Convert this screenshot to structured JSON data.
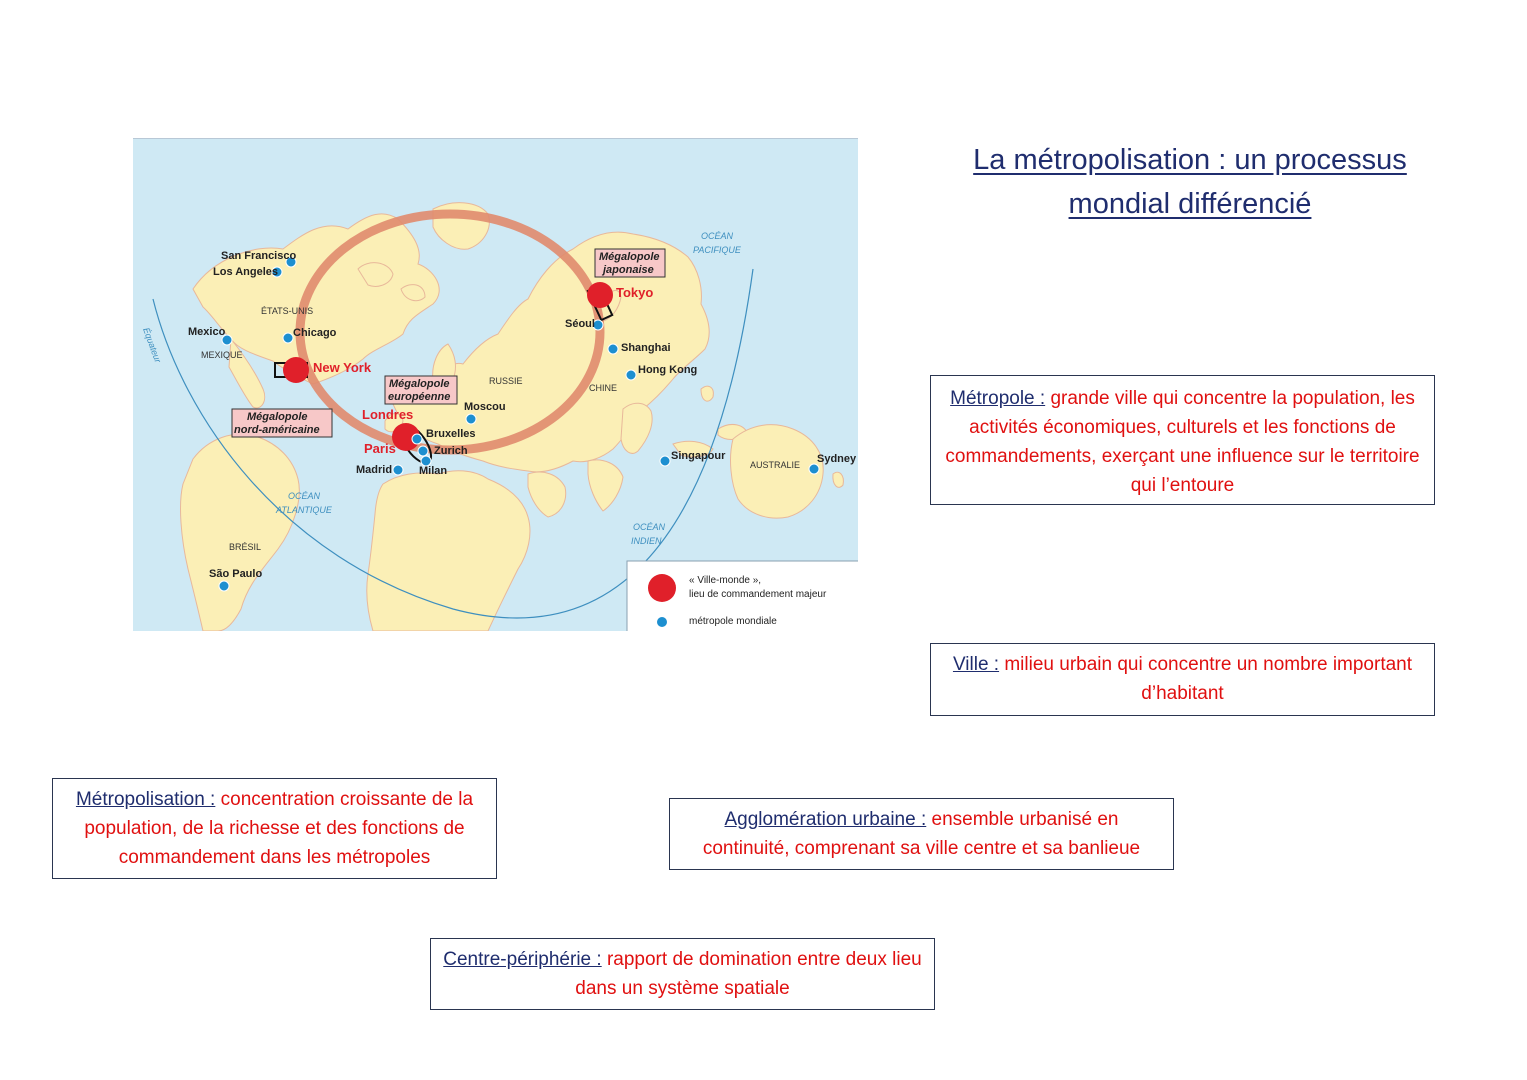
{
  "title": {
    "line1": "La métropolisation : un processus",
    "line2": "mondial différencié"
  },
  "definitions": {
    "metropole": {
      "term": "Métropole :",
      "text": " grande ville qui concentre la population, les activités économiques, culturels et les fonctions de commandements, exerçant une influence sur le territoire qui l’entoure"
    },
    "ville": {
      "term": "Ville :",
      "text": " milieu urbain qui concentre un nombre important d’habitant"
    },
    "metropolisation": {
      "term": "Métropolisation :",
      "text": " concentration croissante de la population, de la richesse et des fonctions de commandement dans les métropoles"
    },
    "agglomeration": {
      "term": "Agglomération urbaine :",
      "text": " ensemble urbanisé en continuité, comprenant sa ville centre et sa banlieue"
    },
    "centre_peripherie": {
      "term": "Centre-périphérie :",
      "text": " rapport de domination entre deux lieu dans un système spatiale"
    }
  },
  "map": {
    "colors": {
      "sea": "#cfe9f4",
      "land": "#fbefb6",
      "border": "#e8b89a",
      "ring": "#e08b6e",
      "world_city": "#e0202a",
      "metropole": "#1d8fd0"
    },
    "cities": {
      "san_francisco": "San Francisco",
      "los_angeles": "Los Angeles",
      "mexico": "Mexico",
      "chicago": "Chicago",
      "new_york": "New York",
      "londres": "Londres",
      "paris": "Paris",
      "madrid": "Madrid",
      "bruxelles": "Bruxelles",
      "zurich": "Zurich",
      "milan": "Milan",
      "moscou": "Moscou",
      "seoul": "Séoul",
      "tokyo": "Tokyo",
      "shanghai": "Shanghai",
      "hong_kong": "Hong Kong",
      "singapour": "Singapour",
      "sydney": "Sydney",
      "sao_paulo": "São Paulo"
    },
    "countries": {
      "etats_unis": "ÉTATS-UNIS",
      "mexique": "MEXIQUE",
      "russie": "RUSSIE",
      "chine": "CHINE",
      "australie": "AUSTRALIE",
      "bresil": "BRÉSIL"
    },
    "oceans": {
      "pacifique_1": "OCÉAN",
      "pacifique_2": "PACIFIQUE",
      "atlantique_1": "OCÉAN",
      "atlantique_2": "ATLANTIQUE",
      "indien_1": "OCÉAN",
      "indien_2": "INDIEN"
    },
    "equateur": "Équateur",
    "megalopoles": {
      "japonaise_1": "Mégalopole",
      "japonaise_2": "japonaise",
      "europeenne_1": "Mégalopole",
      "europeenne_2": "européenne",
      "nord_americaine_1": "Mégalopole",
      "nord_americaine_2": "nord-américaine"
    },
    "legend": {
      "ville_monde_1": "« Ville-monde »,",
      "ville_monde_2": "lieu de commandement majeur",
      "metropole": "métropole mondiale"
    }
  }
}
